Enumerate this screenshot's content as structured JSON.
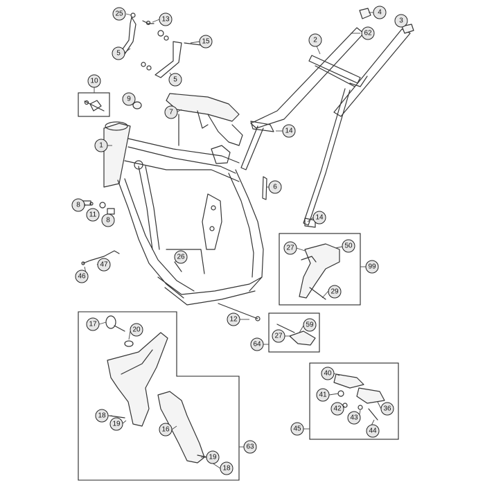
{
  "callouts": {
    "c25": "25",
    "c13": "13",
    "c15": "15",
    "c5a": "5",
    "c5b": "5",
    "c4": "4",
    "c3": "3",
    "c2": "2",
    "c62": "62",
    "c10": "10",
    "c9": "9",
    "c7": "7",
    "c1": "1",
    "c14a": "14",
    "c6": "6",
    "c8a": "8",
    "c11": "11",
    "c8b": "8",
    "c14b": "14",
    "c27a": "27",
    "c50": "50",
    "c99": "99",
    "c29": "29",
    "c26": "26",
    "c47": "47",
    "c46": "46",
    "c12": "12",
    "c17": "17",
    "c20": "20",
    "c59": "59",
    "c27b": "27",
    "c64": "64",
    "c40": "40",
    "c41": "41",
    "c42": "42",
    "c43": "43",
    "c44": "44",
    "c36": "36",
    "c45": "45",
    "c18a": "18",
    "c19a": "19",
    "c16": "16",
    "c19b": "19",
    "c18b": "18",
    "c63": "63"
  }
}
